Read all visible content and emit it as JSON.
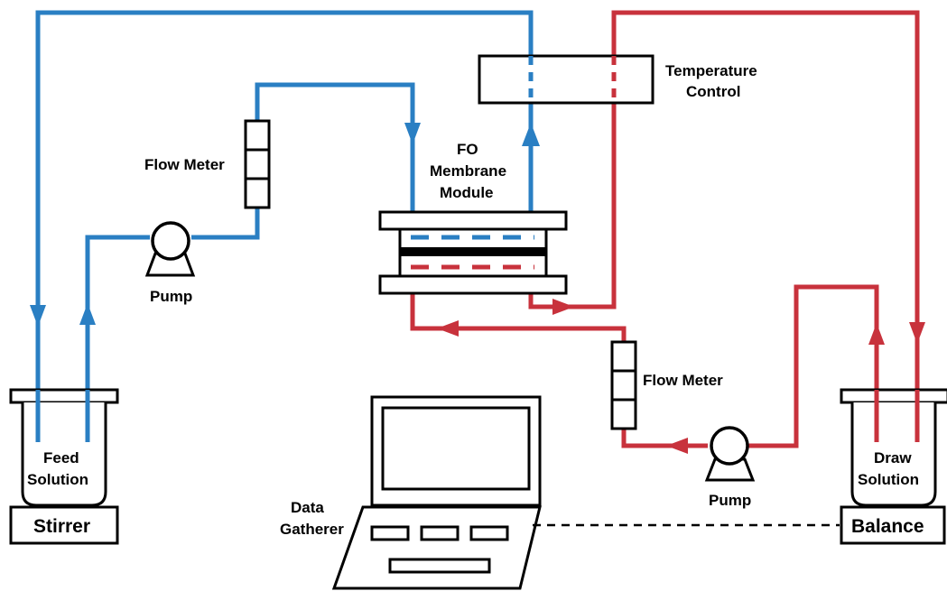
{
  "labels": {
    "temperature_control": [
      "Temperature",
      "Control"
    ],
    "fo_membrane_module": [
      "FO",
      "Membrane",
      "Module"
    ],
    "flow_meter_left": "Flow Meter",
    "flow_meter_right": "Flow Meter",
    "pump_left": "Pump",
    "pump_right": "Pump",
    "feed_solution": [
      "Feed",
      "Solution"
    ],
    "draw_solution": [
      "Draw",
      "Solution"
    ],
    "stirrer": "Stirrer",
    "balance": "Balance",
    "data_gatherer": [
      "Data",
      "Gatherer"
    ]
  },
  "colors": {
    "feed_loop": "#2a7fc3",
    "draw_loop": "#c8323c",
    "outline": "#000000"
  }
}
